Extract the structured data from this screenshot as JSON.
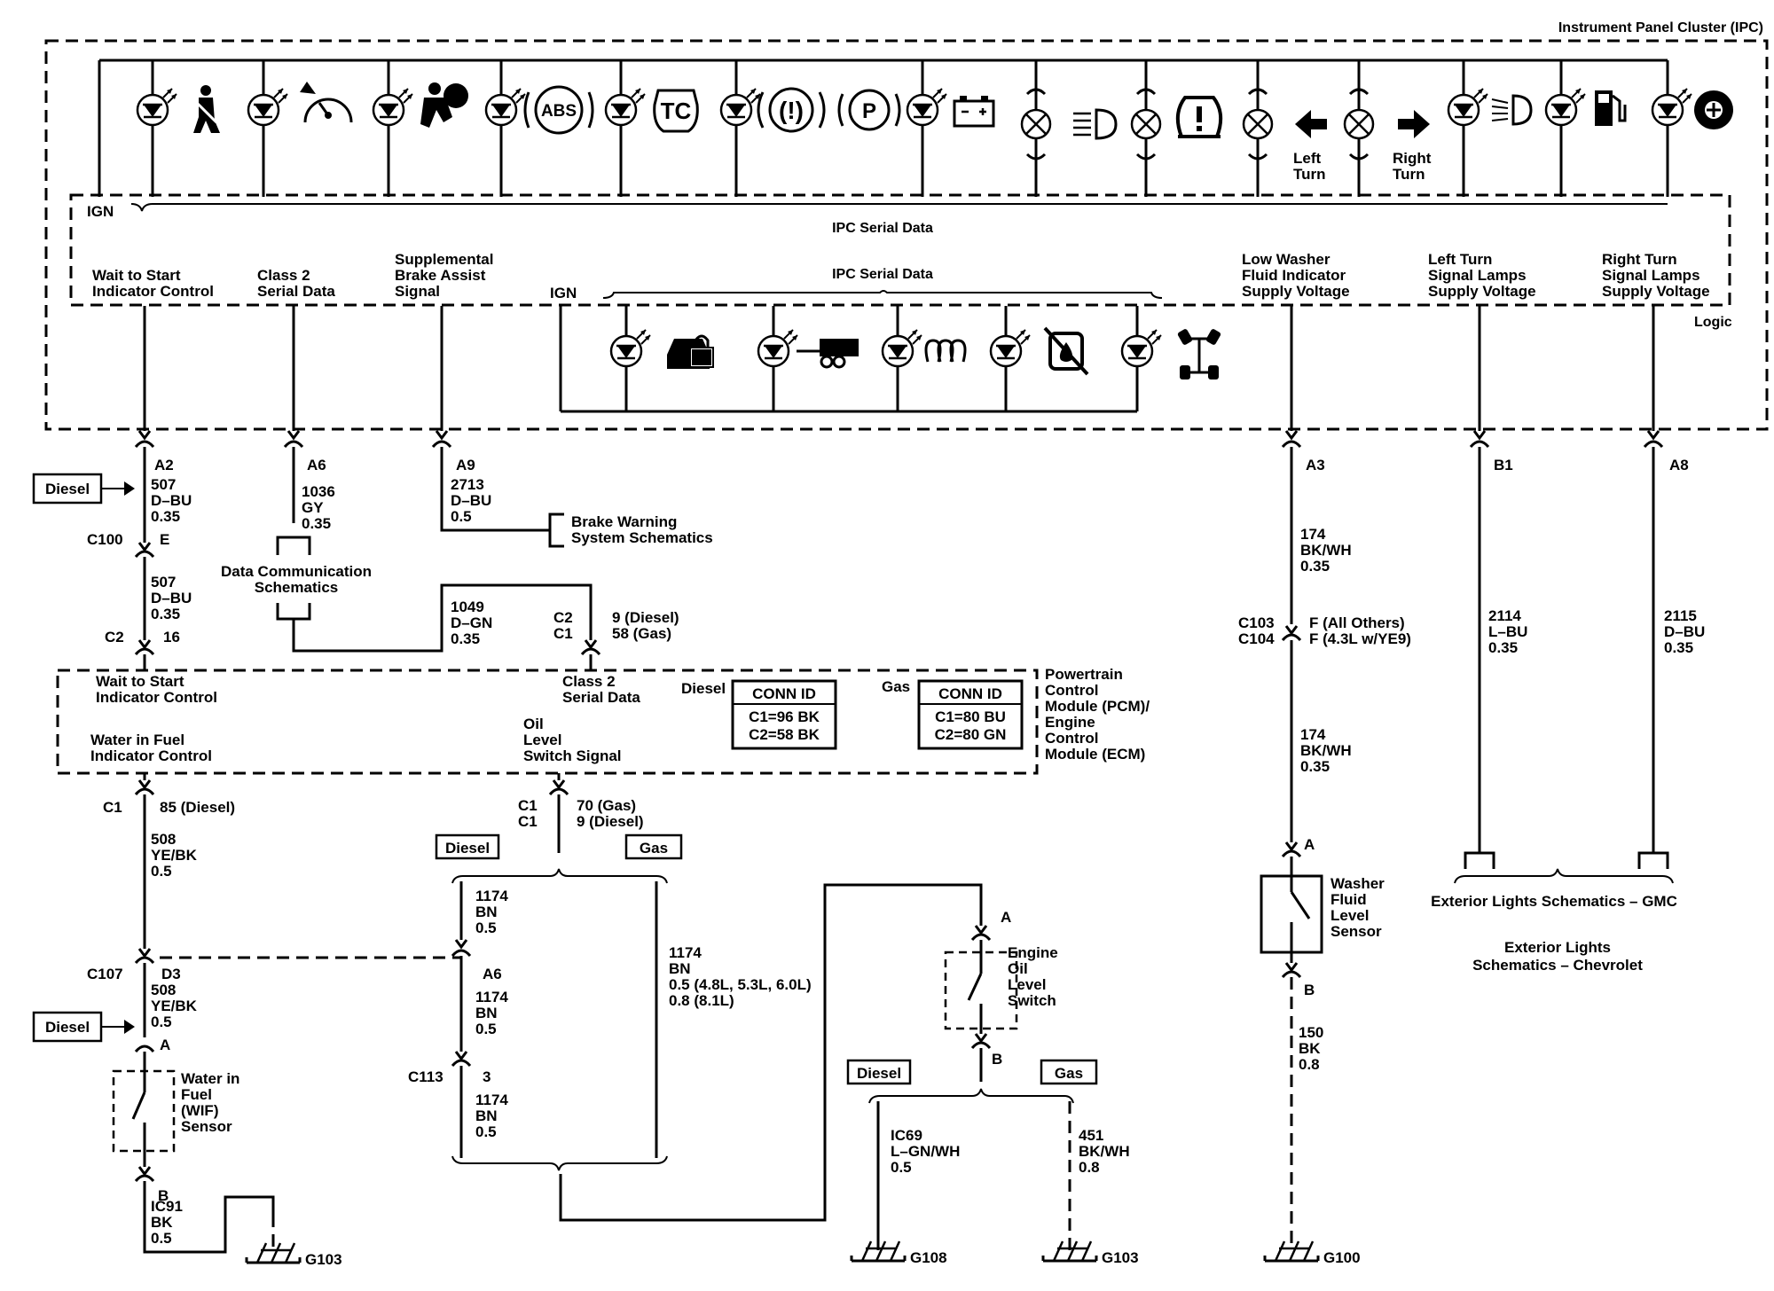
{
  "ipc": {
    "title": "Instrument Panel Cluster (IPC)",
    "ign": "IGN",
    "serial_data": "IPC Serial Data",
    "logic": "Logic",
    "inner_ign": "IGN",
    "inner_serial_data": "IPC Serial Data",
    "left_turn_1": "Left",
    "left_turn_2": "Turn",
    "right_turn_1": "Right",
    "right_turn_2": "Turn"
  },
  "ipc_signals": [
    {
      "lines": [
        "Wait to Start",
        "Indicator Control"
      ]
    },
    {
      "lines": [
        "Class 2",
        "Serial Data"
      ]
    },
    {
      "lines": [
        "Supplemental",
        "Brake Assist",
        "Signal"
      ]
    },
    {
      "lines": [
        "Low Washer",
        "Fluid Indicator",
        "Supply Voltage"
      ]
    },
    {
      "lines": [
        "Left Turn",
        "Signal Lamps",
        "Supply Voltage"
      ]
    },
    {
      "lines": [
        "Right Turn",
        "Signal Lamps",
        "Supply Voltage"
      ]
    }
  ],
  "pins": {
    "a2": "A2",
    "a6": "A6",
    "a9": "A9",
    "a3": "A3",
    "b1": "B1",
    "a8": "A8",
    "c100": "C100",
    "e": "E",
    "c2": "C2",
    "p16": "16",
    "c103": "C103",
    "c104": "C104",
    "c103_f1": "F (All Others)",
    "c103_f2": "F (4.3L w/YE9)",
    "c2b": "C2",
    "c1b": "C1",
    "pcm_c2_1": "9 (Diesel)",
    "pcm_c2_2": "58 (Gas)",
    "c1": "C1",
    "p85": "85 (Diesel)",
    "c1c": "C1",
    "c1d": "C1",
    "oil_p1": "70 (Gas)",
    "oil_p2": "9 (Diesel)",
    "c107": "C107",
    "d3": "D3",
    "a6b": "A6",
    "c113": "C113",
    "p3": "3",
    "wif_a": "A",
    "wif_b": "B",
    "eol_a": "A",
    "eol_b": "B",
    "wfl_a": "A",
    "wfl_b": "B"
  },
  "wires": {
    "w507a": [
      "507",
      "D–BU",
      "0.35"
    ],
    "w507b": [
      "507",
      "D–BU",
      "0.35"
    ],
    "w1036": [
      "1036",
      "GY",
      "0.35"
    ],
    "w2713": [
      "2713",
      "D–BU",
      "0.5"
    ],
    "w1049": [
      "1049",
      "D–GN",
      "0.35"
    ],
    "w174a": [
      "174",
      "BK/WH",
      "0.35"
    ],
    "w174b": [
      "174",
      "BK/WH",
      "0.35"
    ],
    "w2114": [
      "2114",
      "L–BU",
      "0.35"
    ],
    "w2115": [
      "2115",
      "D–BU",
      "0.35"
    ],
    "w508a": [
      "508",
      "YE/BK",
      "0.5"
    ],
    "w508b": [
      "508",
      "YE/BK",
      "0.5"
    ],
    "w1174a": [
      "1174",
      "BN",
      "0.5"
    ],
    "w1174b": [
      "1174",
      "BN",
      "0.5"
    ],
    "w1174c": [
      "1174",
      "BN",
      "0.5"
    ],
    "w1174d": [
      "1174",
      "BN",
      "0.5 (4.8L, 5.3L, 6.0L)",
      "0.8 (8.1L)"
    ],
    "wic91": [
      "IC91",
      "BK",
      "0.5"
    ],
    "wic69": [
      "IC69",
      "L–GN/WH",
      "0.5"
    ],
    "w451": [
      "451",
      "BK/WH",
      "0.8"
    ],
    "w150": [
      "150",
      "BK",
      "0.8"
    ]
  },
  "refs": {
    "brake_warning": [
      "Brake Warning",
      "System Schematics"
    ],
    "data_comm": [
      "Data Communication",
      "Schematics"
    ],
    "ext_gmc": "Exterior Lights Schematics – GMC",
    "ext_chev_1": "Exterior Lights",
    "ext_chev_2": "Schematics – Chevrolet"
  },
  "pcm": {
    "wts": [
      "Wait to Start",
      "Indicator Control"
    ],
    "class2": [
      "Class 2",
      "Serial Data"
    ],
    "wif": [
      "Water in Fuel",
      "Indicator Control"
    ],
    "oil": [
      "Oil",
      "Level",
      "Switch Signal"
    ],
    "diesel": "Diesel",
    "gas": "Gas",
    "conn_id": "CONN ID",
    "diesel_c1": "C1=96 BK",
    "diesel_c2": "C2=58 BK",
    "gas_c1": "C1=80 BU",
    "gas_c2": "C2=80 GN",
    "name": [
      "Powertrain",
      "Control",
      "Module (PCM)/",
      "Engine",
      "Control",
      "Module (ECM)"
    ]
  },
  "tags": {
    "diesel1": "Diesel",
    "diesel2": "Diesel",
    "diesel_oil": "Diesel",
    "gas_oil": "Gas",
    "diesel_g": "Diesel",
    "gas_g": "Gas"
  },
  "components": {
    "wif": [
      "Water in",
      "Fuel",
      "(WIF)",
      "Sensor"
    ],
    "eol": [
      "Engine",
      "Oil",
      "Level",
      "Switch"
    ],
    "wfl": [
      "Washer",
      "Fluid",
      "Level",
      "Sensor"
    ]
  },
  "grounds": {
    "g103a": "G103",
    "g108": "G108",
    "g103b": "G103",
    "g100": "G100"
  },
  "icons": {
    "seatbelt": "seatbelt-icon",
    "speedo": "speedometer-icon",
    "airbag": "airbag-icon",
    "abs_text": "ABS",
    "tc_text": "TC",
    "brake_text": "(!)",
    "park_text": "P",
    "battery": "battery-icon",
    "headlamp": "headlamp-icon",
    "tpms": "tire-pressure-icon",
    "left_arrow": "left-arrow-icon",
    "right_arrow": "right-arrow-icon",
    "fog": "fog-lamp-icon",
    "fuel": "fuel-pump-icon",
    "gear": "gear-icon",
    "security": "security-lock-icon",
    "tow": "tow-haul-icon",
    "glow": "glow-plug-icon",
    "no_water": "water-in-fuel-icon",
    "four_wd": "four-wheel-drive-icon"
  }
}
